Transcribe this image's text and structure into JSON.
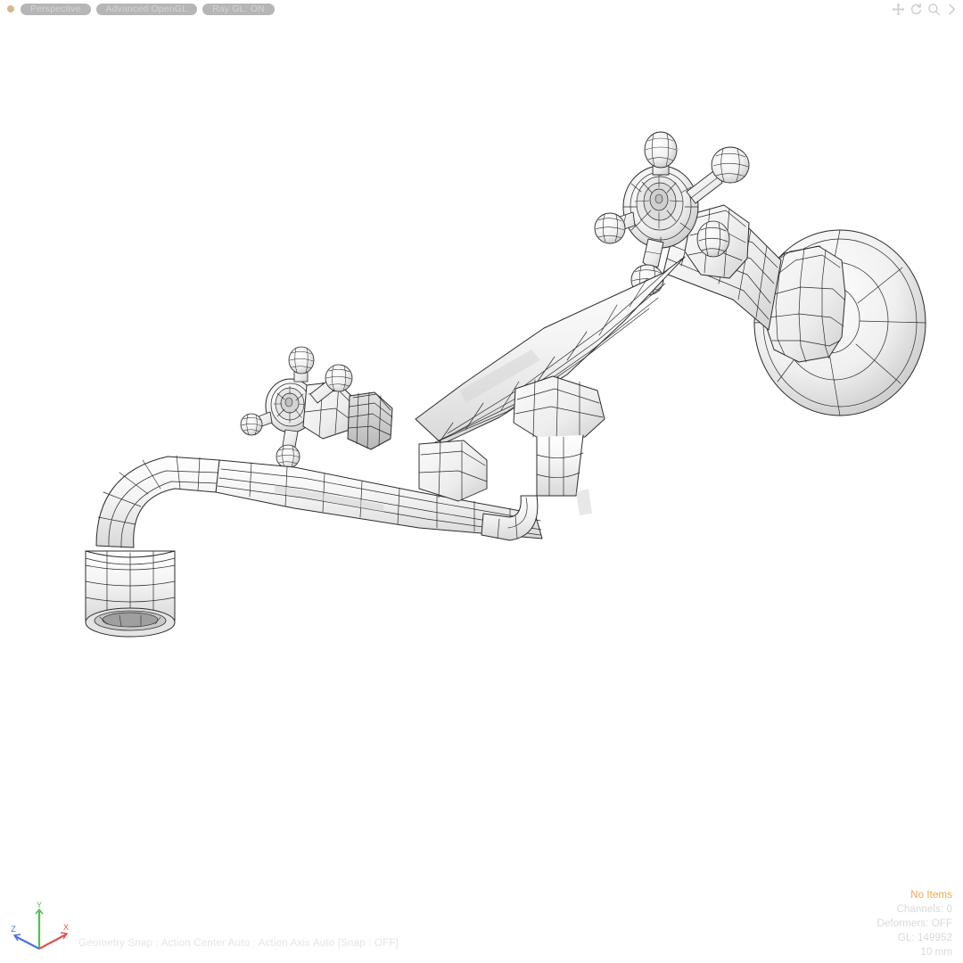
{
  "app": {
    "background_color": "#ffffff",
    "viewport_name": "3d-viewport"
  },
  "header": {
    "indicator_dot_color": "#d7b889",
    "pills": [
      {
        "label": "Perspective",
        "name": "viewport-preset-button"
      },
      {
        "label": "Advanced OpenGL",
        "name": "shading-mode-button"
      },
      {
        "label": "Ray GL: ON",
        "name": "ray-gl-toggle-button"
      }
    ],
    "pill_bg": "#b6b6b6",
    "pill_text_color": "#d4d4d4",
    "icons": [
      {
        "name": "pan-icon",
        "title": "Pan"
      },
      {
        "name": "rotate-icon",
        "title": "Rotate"
      },
      {
        "name": "zoom-icon",
        "title": "Zoom"
      },
      {
        "name": "chevron-right-icon",
        "title": "More"
      }
    ]
  },
  "footer": {
    "snap_status": "Geometry Snap : Action Center Auto : Action Axis Auto  [Snap : OFF]",
    "stats": {
      "items": "No Items",
      "channels": "Channels: 0",
      "deformers": "Deformers: OFF",
      "gl": "GL: 149952",
      "grid": "10 mm"
    },
    "items_color": "#e8a94a",
    "stats_color": "#d6dade"
  },
  "axis_gizmo": {
    "x_label": "X",
    "y_label": "Y",
    "z_label": "Z",
    "x_color": "#e0534f",
    "y_color": "#4fbf4f",
    "z_color": "#4f6fe0"
  },
  "model": {
    "subject": "wall-mounted bridge faucet with cross handles",
    "shading": "wireframe-on-shaded",
    "wire_color": "#2b2b2b",
    "surface_color": "#f1f1f1",
    "surface_shadow": "#d8d8d8"
  }
}
